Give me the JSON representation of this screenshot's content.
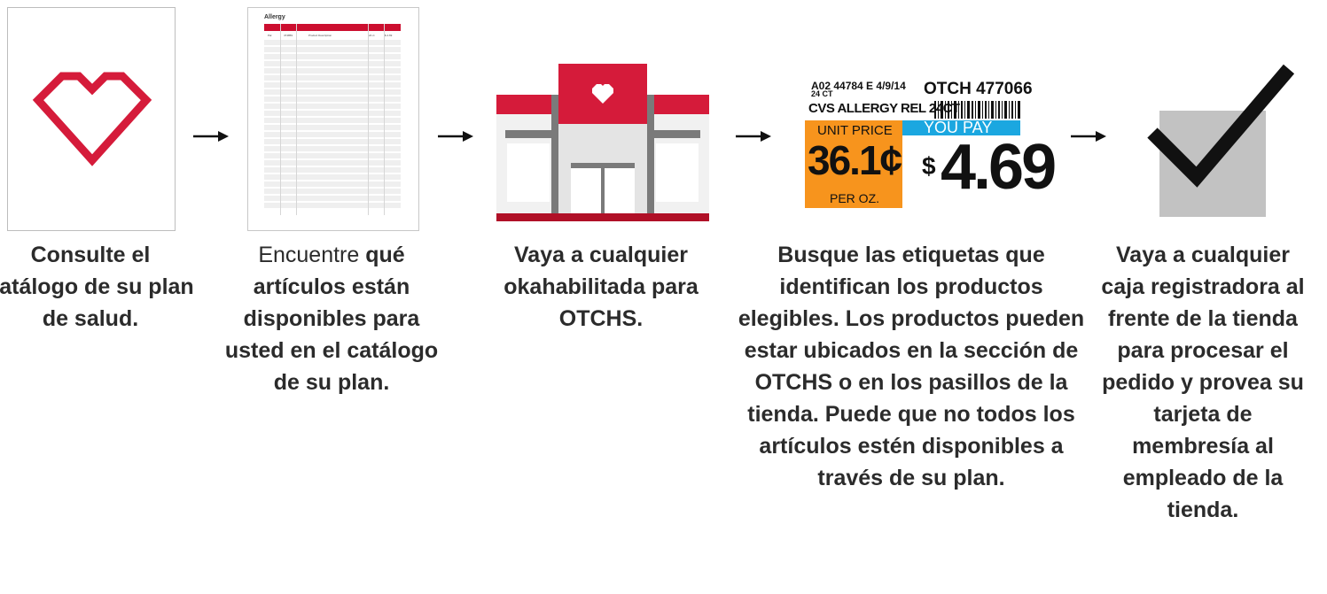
{
  "colors": {
    "red": "#d51b3a",
    "orange": "#f7941d",
    "blue": "#1ba7e0",
    "gray": "#c2c2c2",
    "dark": "#2b2b2b"
  },
  "steps": [
    {
      "icon": "heart-icon",
      "caption_bold": "Consulte el catálogo de su plan de salud.",
      "caption_regular": ""
    },
    {
      "icon": "catalog-page-icon",
      "caption_regular": "Encuentre ",
      "caption_bold": "qué artículos están disponibles para usted en el catálogo de su plan."
    },
    {
      "icon": "store-icon",
      "caption_bold": "Vaya a cualquier okahabilitada para OTCHS.",
      "caption_regular": ""
    },
    {
      "icon": "price-tag-icon",
      "caption_bold": "Busque las etiquetas que identifican los productos elegibles. Los productos pueden estar ubicados en la sección de OTCHS o en los pasillos de la tienda. Puede que no todos los artículos estén disponibles a través de su plan.",
      "caption_regular": ""
    },
    {
      "icon": "checkmark-icon",
      "caption_bold": "Vaya a cualquier caja registradora al frente de la tienda para procesar el pedido y provea su tarjeta de membresía al empleado de la tienda.",
      "caption_regular": ""
    }
  ],
  "catalog": {
    "title": "Allergy",
    "row": [
      "Pal",
      "474859",
      "Product Description",
      "24 ct",
      "$ 4.69"
    ]
  },
  "price_tag": {
    "code_line": "A02 44784 E 4/9/14",
    "count": "24 CT",
    "sku": "OTCH 477066",
    "product": "CVS ALLERGY REL 24CT",
    "unit_price_label": "UNIT PRICE",
    "unit_price": "36.1¢",
    "per": "PER OZ.",
    "you_pay_label": "YOU PAY",
    "currency": "$",
    "price": "4.69"
  }
}
